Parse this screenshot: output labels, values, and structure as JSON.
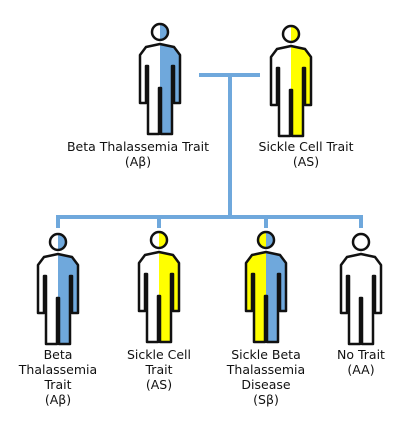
{
  "colors": {
    "line": "#6fa8dc",
    "beta": "#6fa8dc",
    "sickle": "#ffff00",
    "normal": "#ffffff",
    "stroke": "#111111"
  },
  "parents": [
    {
      "id": "parent-beta",
      "icon": "person-icon",
      "left_fill": "normal",
      "right_fill": "beta",
      "lines": [
        "Beta Thalassemia Trait",
        "(Aβ)"
      ]
    },
    {
      "id": "parent-sickle",
      "icon": "person-icon",
      "left_fill": "normal",
      "right_fill": "sickle",
      "lines": [
        "Sickle Cell Trait",
        "(AS)"
      ]
    }
  ],
  "children": [
    {
      "id": "child-beta-trait",
      "icon": "person-icon",
      "left_fill": "normal",
      "right_fill": "beta",
      "lines": [
        "Beta",
        "Thalassemia",
        "Trait",
        "(Aβ)"
      ]
    },
    {
      "id": "child-sickle-trait",
      "icon": "person-icon",
      "left_fill": "normal",
      "right_fill": "sickle",
      "lines": [
        "Sickle Cell",
        "Trait",
        "(AS)"
      ]
    },
    {
      "id": "child-sickle-beta-disease",
      "icon": "person-icon",
      "left_fill": "sickle",
      "right_fill": "beta",
      "lines": [
        "Sickle Beta",
        "Thalassemia",
        "Disease",
        "(Sβ)"
      ]
    },
    {
      "id": "child-no-trait",
      "icon": "person-icon",
      "left_fill": "normal",
      "right_fill": "normal",
      "lines": [
        "No Trait",
        "(AA)"
      ]
    }
  ]
}
